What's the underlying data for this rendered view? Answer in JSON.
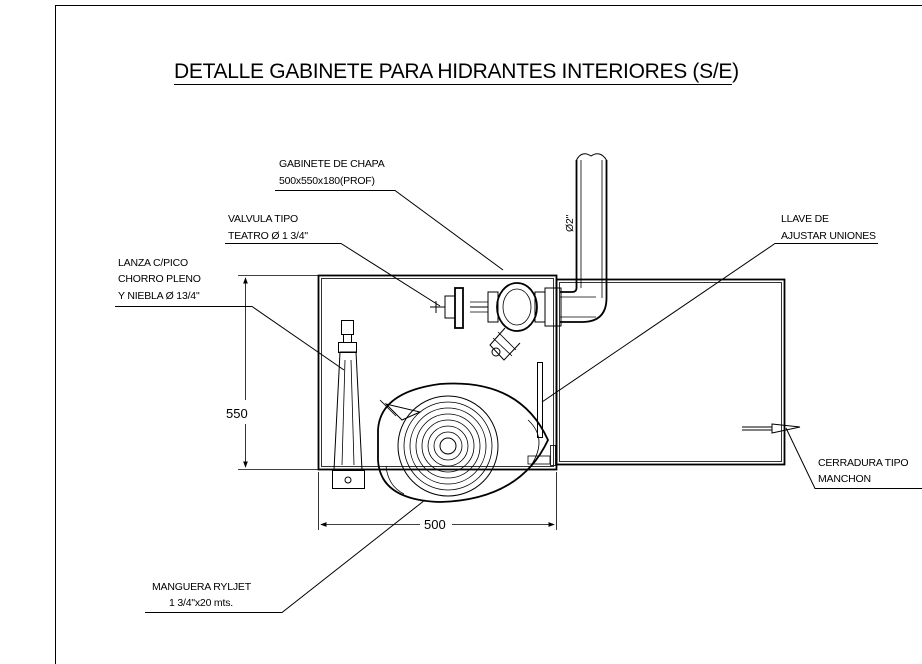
{
  "title": "DETALLE GABINETE PARA HIDRANTES INTERIORES (S/E)",
  "labels": {
    "gabinete": [
      "GABINETE DE CHAPA",
      "500x550x180(PROF)"
    ],
    "valvula": [
      "VALVULA TIPO",
      "TEATRO Ø 1 3/4\""
    ],
    "lanza": [
      "LANZA C/PICO",
      "CHORRO PLENO",
      "Y NIEBLA Ø 13/4\""
    ],
    "llave": [
      "LLAVE DE",
      "AJUSTAR UNIONES"
    ],
    "cerradura": [
      "CERRADURA TIPO",
      "MANCHON"
    ],
    "manguera": [
      "MANGUERA RYLJET",
      "1 3/4\"x20 mts."
    ],
    "pipe_diameter": "Ø2\""
  },
  "dimensions": {
    "height": "550",
    "width": "500"
  },
  "colors": {
    "line": "#000000",
    "background": "#ffffff"
  }
}
